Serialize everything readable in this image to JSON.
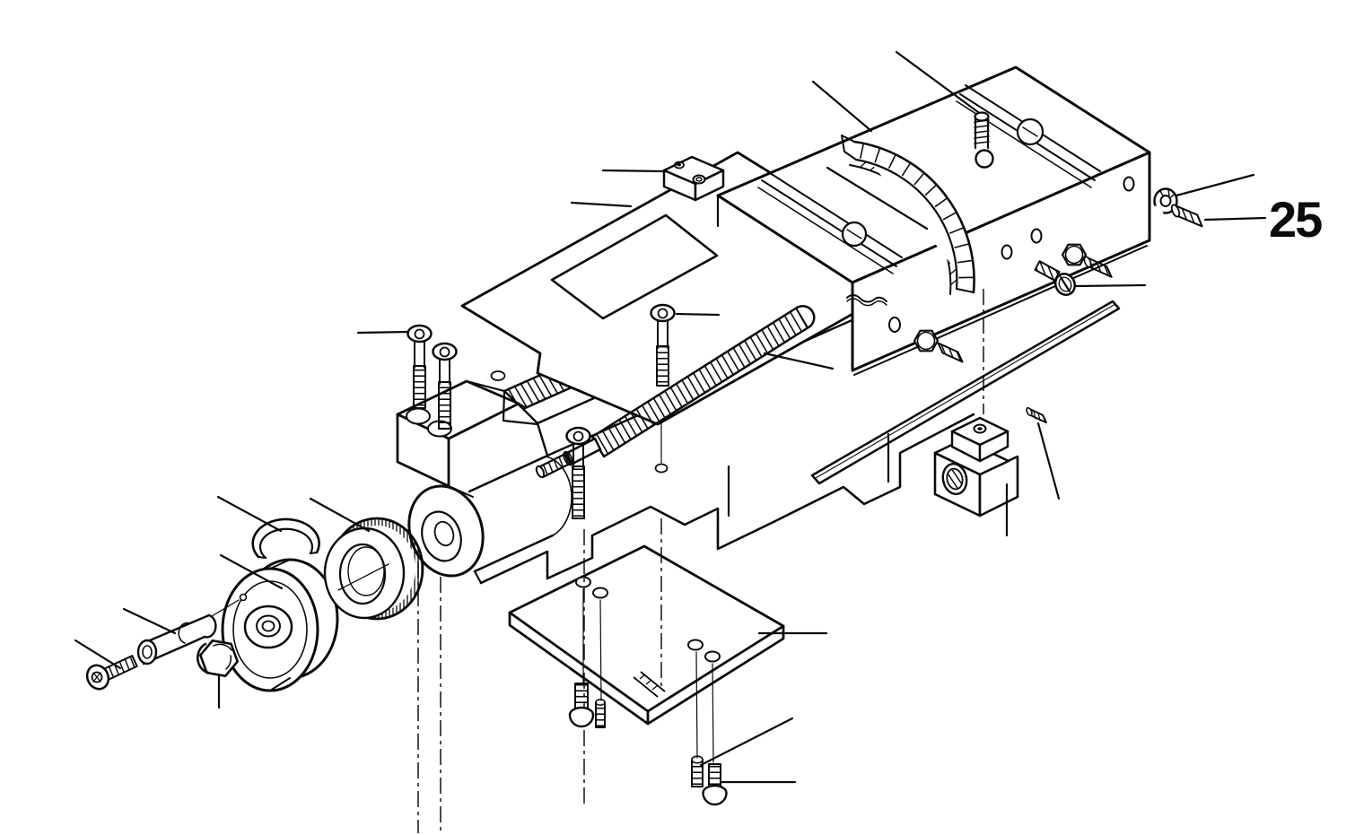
{
  "figure": {
    "type": "exploded-parts-diagram",
    "background": "#ffffff",
    "ink": "#0b0b0b",
    "callout": {
      "label": "25",
      "points_to": "set-screw-25"
    },
    "parts": [
      "cover-plate",
      "clamp-block",
      "swivel-base",
      "degree-scale",
      "tee-slot-grooves",
      "pivot-stud",
      "detent-ball",
      "washer-25",
      "set-screw-25",
      "hex-nut-upper",
      "set-screw-upper",
      "slotted-screw",
      "hex-nut-mid",
      "set-screw-mid",
      "saddle-body",
      "handwheel-boss",
      "leadscrew",
      "gib-strip",
      "cap-screw-left-1",
      "cap-screw-left-2",
      "cap-screw-plate",
      "cap-screw-saddle",
      "leadscrew-nut-block",
      "dowel-pin",
      "retainer-plate",
      "cap-screw-bottom-left",
      "set-screw-bottom-left",
      "set-screw-bottom-right",
      "cap-screw-bottom-right",
      "handle-cap-screw",
      "handle-sleeve",
      "handwheel-nut",
      "handwheel",
      "retaining-ring",
      "graduated-dial-ring",
      "centerlines",
      "leader-lines"
    ]
  }
}
